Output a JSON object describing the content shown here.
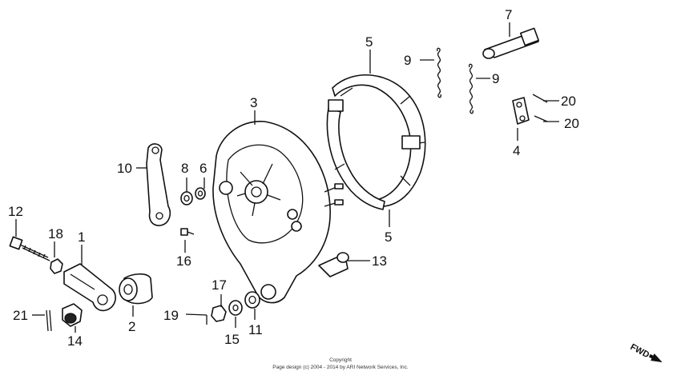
{
  "diagram": {
    "callouts": {
      "c1": "1",
      "c2": "2",
      "c3": "3",
      "c4": "4",
      "c5a": "5",
      "c5b": "5",
      "c6": "6",
      "c7": "7",
      "c8": "8",
      "c9a": "9",
      "c9b": "9",
      "c10": "10",
      "c11": "11",
      "c12": "12",
      "c13": "13",
      "c14": "14",
      "c15": "15",
      "c16": "16",
      "c17": "17",
      "c18": "18",
      "c19": "19",
      "c20a": "20",
      "c20b": "20",
      "c21": "21"
    },
    "copyright": {
      "line1": "Copyright",
      "line2": "Page design (c) 2004 - 2014 by ARI Network Services, Inc."
    },
    "direction_label": "FWD"
  }
}
